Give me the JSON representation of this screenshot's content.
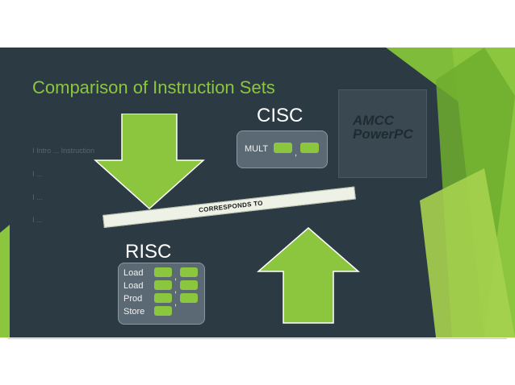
{
  "slide": {
    "title": "Comparison of Instruction Sets",
    "background_color": "#2c3a43",
    "accent_color": "#8cc63f",
    "faint_lines": [
      "Ⅰ  Intro ... Instruction",
      "Ⅰ  ...",
      "Ⅰ  ...",
      "Ⅰ  ..."
    ]
  },
  "chip": {
    "line1": "AMCC",
    "line2": "PowerPC"
  },
  "cisc": {
    "title": "CISC",
    "instruction": "MULT",
    "separator": ","
  },
  "connector": {
    "label": "CORRESPONDS TO"
  },
  "risc": {
    "title": "RISC",
    "instructions": [
      "Load",
      "Load",
      "Prod",
      "Store"
    ],
    "separator": ","
  },
  "icons": {
    "down_arrow": "arrow-down-icon",
    "up_arrow": "arrow-up-icon"
  }
}
